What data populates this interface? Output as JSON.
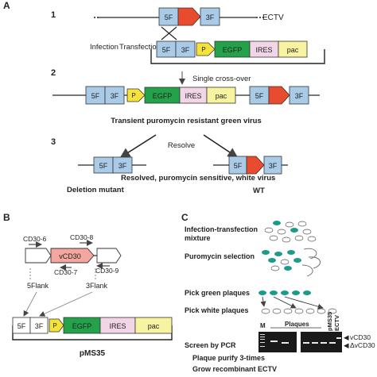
{
  "panel_a": {
    "label": "A",
    "steps": [
      "1",
      "2",
      "3"
    ],
    "box_5f": "5F",
    "box_3f": "3F",
    "box_p": "P",
    "box_egfp": "EGFP",
    "box_ires": "IRES",
    "box_pac": "pac",
    "ectv": "ECTV",
    "infection": "Infection",
    "transfection": "Transfection",
    "single_crossover": "Single cross-over",
    "transient": "Transient puromycin resistant green virus",
    "resolve": "Resolve",
    "resolved": "Resolved, puromycin sensitive, white virus",
    "deletion_mutant": "Deletion mutant",
    "wt": "WT"
  },
  "panel_b": {
    "label": "B",
    "cd30_6": "CD30-6",
    "cd30_8": "CD30-8",
    "vcd30": "vCD30",
    "cd30_7": "CD30-7",
    "cd30_9": "CD30-9",
    "flank5": "5Flank",
    "flank3": "3Flank",
    "pms35": "pMS35"
  },
  "panel_c": {
    "label": "C",
    "mixture_line1": "Infection-transfection",
    "mixture_line2": "mixture",
    "puromycin_selection": "Puromycin selection",
    "pick_green": "Pick green plaques",
    "pick_white": "Pick white plaques",
    "screen_pcr": "Screen by PCR",
    "plaque_purify": "Plaque purify 3-times",
    "grow": "Grow recombinant ECTV",
    "gel_m": "M",
    "gel_plaques": "Plaques",
    "gel_pms35": "pMS35",
    "gel_ectv": "ECTV",
    "gel_vcd30": "vCD30",
    "gel_dvcd30": "ΔvCD30"
  },
  "colors": {
    "blue_box": "#a9cbe8",
    "red_arrow": "#e84b2e",
    "egfp_green": "#23a24a",
    "ires_pink": "#f2d5e6",
    "pac_yellow": "#f7f3a0",
    "promoter_yellow": "#f5e23a",
    "vcd30_pink": "#f4a6a0",
    "plaque_teal": "#1b9b8a"
  }
}
